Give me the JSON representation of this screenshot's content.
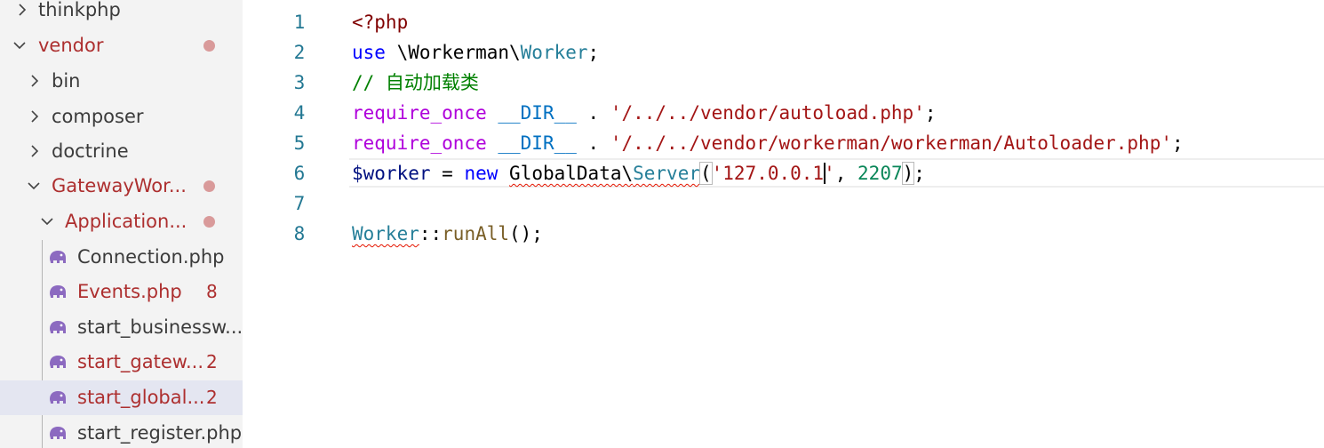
{
  "sidebar": {
    "items": [
      {
        "label": "thinkphp",
        "badge": ""
      },
      {
        "label": "vendor",
        "badge": ""
      },
      {
        "label": "bin",
        "badge": ""
      },
      {
        "label": "composer",
        "badge": ""
      },
      {
        "label": "doctrine",
        "badge": ""
      },
      {
        "label": "GatewayWor...",
        "badge": ""
      },
      {
        "label": "Application...",
        "badge": ""
      },
      {
        "label": "Connection.php",
        "badge": ""
      },
      {
        "label": "Events.php",
        "badge": "8"
      },
      {
        "label": "start_businessw...",
        "badge": ""
      },
      {
        "label": "start_gatew...",
        "badge": "2"
      },
      {
        "label": "start_global...",
        "badge": "2"
      },
      {
        "label": "start_register.php",
        "badge": ""
      }
    ]
  },
  "editor": {
    "line_numbers": [
      "1",
      "2",
      "3",
      "4",
      "5",
      "6",
      "7",
      "8"
    ],
    "tokens": {
      "l1_open": "<?php",
      "l2_use": "use",
      "l2_ns": " \\Workerman\\",
      "l2_class": "Worker",
      "l2_semi": ";",
      "l3_comment": "// 自动加载类",
      "l4_req": "require_once",
      "l4_dir": "__DIR__",
      "l4_dot": " . ",
      "l4_str": "'/../../vendor/autoload.php'",
      "l4_semi": ";",
      "l5_req": "require_once",
      "l5_dir": "__DIR__",
      "l5_dot": " . ",
      "l5_str": "'/../../vendor/workerman/workerman/Autoloader.php'",
      "l5_semi": ";",
      "l6_var": "$worker",
      "l6_eq": " = ",
      "l6_new": "new",
      "l6_ns": "GlobalData\\",
      "l6_class": "Server",
      "l6_lparen": "(",
      "l6_str_a": "'127.0.0.1",
      "l6_str_b": "'",
      "l6_comma": ", ",
      "l6_num": "2207",
      "l6_rparen": ")",
      "l6_semi": ";",
      "l8_class": "Worker",
      "l8_sep": "::",
      "l8_fn": "runAll",
      "l8_rest": "();"
    }
  },
  "colors": {
    "sidebar_bg": "#f3f3f3",
    "selected_row_bg": "#e4e6f1",
    "modified_text": "#ad2f2f",
    "modified_dot": "#d99a9a",
    "line_number": "#237893",
    "php_icon": "#8c6ac0"
  },
  "icons": {
    "folder_collapsed": "chevron-right-icon",
    "folder_expanded": "chevron-down-icon",
    "php_file": "php-elephant-icon"
  }
}
